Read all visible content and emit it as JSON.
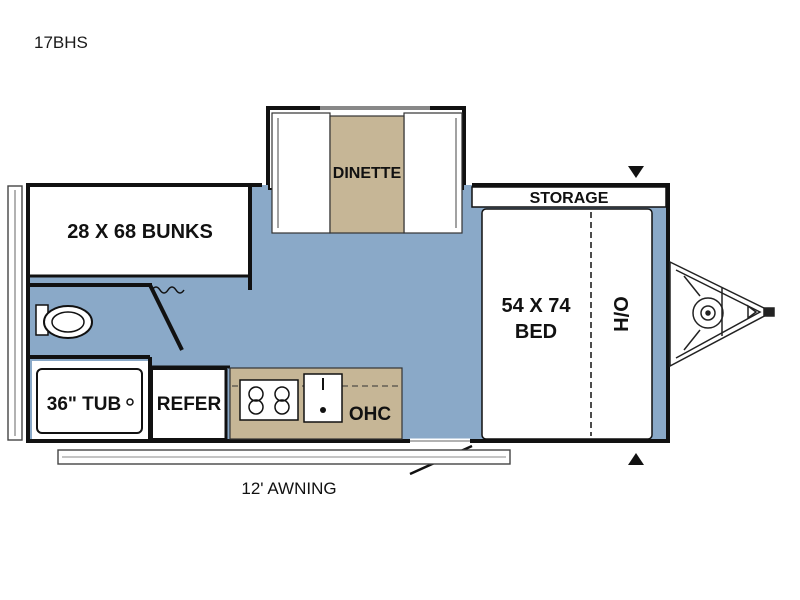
{
  "model": "17BHS",
  "rooms": {
    "dinette": "DINETTE",
    "bunks": "28 X 68 BUNKS",
    "storage": "STORAGE",
    "bed_size": "54 X 74",
    "bed": "BED",
    "overhead": "O/H",
    "tub": "36\" TUB",
    "refer": "REFER",
    "ohc": "OHC"
  },
  "awning": "12' AWNING",
  "colors": {
    "floor": "#8aa9c8",
    "counter": "#c6b696",
    "wall": "#111111"
  }
}
